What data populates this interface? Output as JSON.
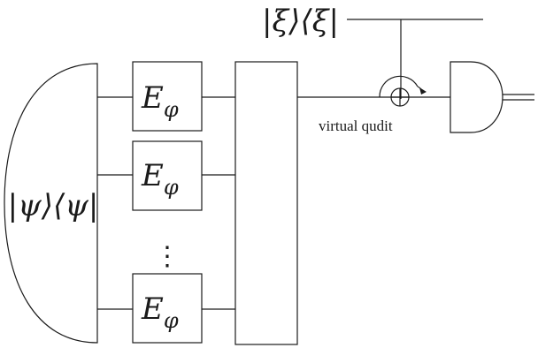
{
  "diagram": {
    "input_state": "|ψ⟩⟨ψ|",
    "ancilla_state": "|ξ⟩⟨ξ|",
    "channel_label": {
      "base": "E",
      "subscript": "φ"
    },
    "ellipsis": "⋮",
    "wire_label": "virtual qudit",
    "channel_count_shown": 3
  }
}
